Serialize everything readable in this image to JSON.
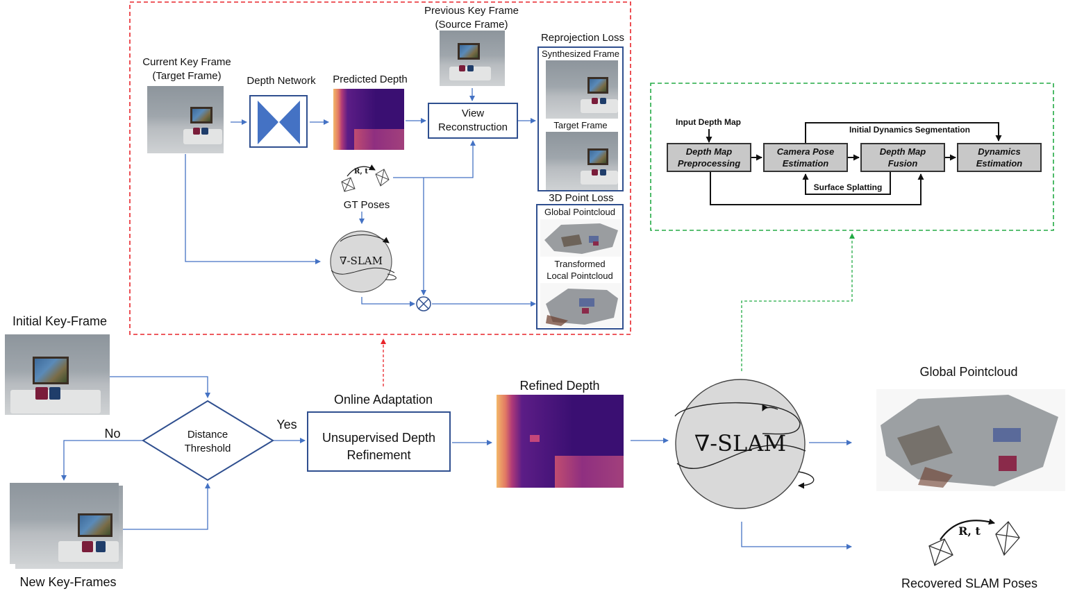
{
  "adaptation_panel": {
    "current_key_frame_line1": "Current Key Frame",
    "current_key_frame_line2": "(Target Frame)",
    "depth_network": "Depth Network",
    "predicted_depth": "Predicted Depth",
    "previous_key_frame_line1": "Previous Key Frame",
    "previous_key_frame_line2": "(Source Frame)",
    "view_reconstruction_line1": "View",
    "view_reconstruction_line2": "Reconstruction",
    "reprojection_loss": "Reprojection Loss",
    "synthesized_frame": "Synthesized Frame",
    "target_frame": "Target Frame",
    "rt_label": "R, t",
    "gt_poses": "GT Poses",
    "slam_small": "∇-SLAM",
    "point_loss": "3D Point Loss",
    "global_pointcloud_small": "Global Pointcloud",
    "transformed_line1": "Transformed",
    "transformed_line2": "Local Pointcloud"
  },
  "slam_panel": {
    "input_depth_map": "Input Depth Map",
    "initial_dynamics_segmentation": "Initial Dynamics Segmentation",
    "surface_splatting": "Surface Splatting",
    "nodes": [
      {
        "line1": "Depth Map",
        "line2": "Preprocessing"
      },
      {
        "line1": "Camera Pose",
        "line2": "Estimation"
      },
      {
        "line1": "Depth Map",
        "line2": "Fusion"
      },
      {
        "line1": "Dynamics",
        "line2": "Estimation"
      }
    ]
  },
  "main_flow": {
    "initial_key_frame": "Initial Key-Frame",
    "new_key_frames": "New Key-Frames",
    "distance_line1": "Distance",
    "distance_line2": "Threshold",
    "no": "No",
    "yes": "Yes",
    "online_adaptation": "Online Adaptation",
    "refinement_line1": "Unsupervised Depth",
    "refinement_line2": "Refinement",
    "refined_depth": "Refined Depth",
    "slam_big": "∇-SLAM",
    "global_pointcloud": "Global Pointcloud",
    "rt_label": "R, t",
    "recovered_poses": "Recovered SLAM Poses"
  },
  "colors": {
    "arrow_blue": "#4472c4",
    "box_border": "#2f4f8f",
    "red_dashed": "#e8242a",
    "green_dashed": "#22aa44",
    "node_fill": "#c8c8c8"
  }
}
